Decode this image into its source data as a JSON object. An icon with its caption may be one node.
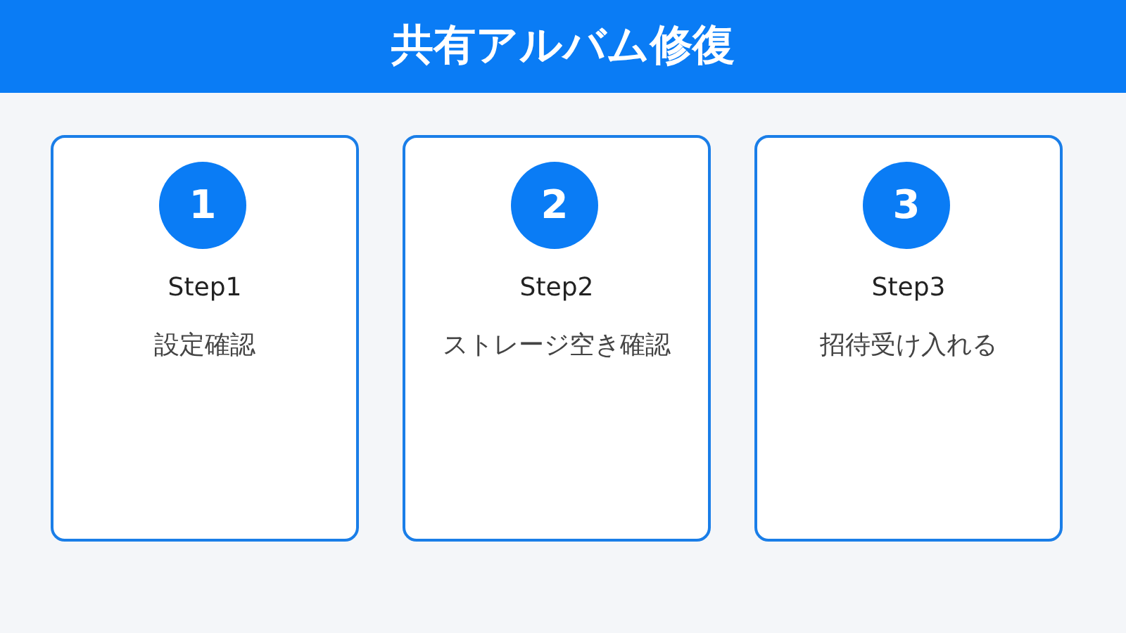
{
  "diagram": {
    "title": "共有アルバム修復",
    "nodes": [
      {
        "text": [
          "Step1",
          "設定確認"
        ]
      },
      {
        "text": [
          "1"
        ],
        "in": 0
      },
      {
        "text": [
          "Step2",
          "ストレージ空き確認"
        ]
      },
      {
        "text": [
          "2"
        ],
        "in": 2
      },
      {
        "text": [
          "Step3",
          "招待受け入れる"
        ]
      },
      {
        "text": [
          "3"
        ],
        "in": 4
      }
    ]
  }
}
